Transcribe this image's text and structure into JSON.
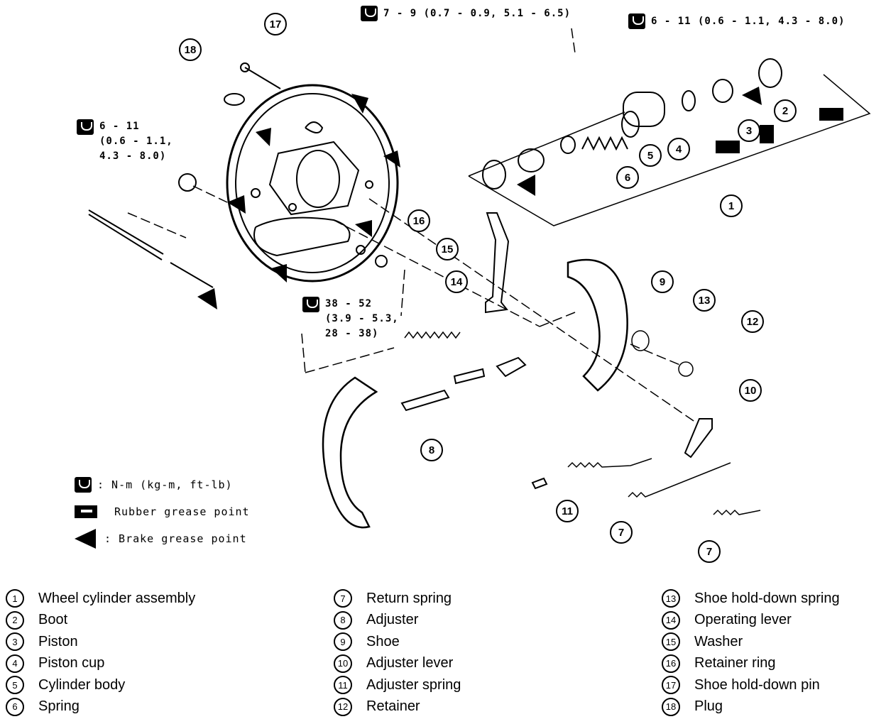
{
  "callouts": [
    "17",
    "18",
    "2",
    "3",
    "1",
    "5",
    "4",
    "6",
    "16",
    "15",
    "14",
    "9",
    "13",
    "12",
    "10",
    "8",
    "11",
    "7",
    "7"
  ],
  "torque_specs": [
    {
      "text": "7 - 9 (0.7 - 0.9, 5.1 - 6.5)"
    },
    {
      "text": "6 - 11 (0.6 - 1.1, 4.3 - 8.0)"
    },
    {
      "text": "6 - 11\n(0.6 - 1.1,\n4.3 - 8.0)"
    },
    {
      "text": "38 - 52\n(3.9 - 5.3,\n28 - 38)"
    }
  ],
  "legend": {
    "torque": ": N-m (kg-m, ft-lb)",
    "rubber_grease": "Rubber grease point",
    "brake_grease": ": Brake grease point"
  },
  "parts": [
    {
      "num": "1",
      "name": "Wheel cylinder assembly"
    },
    {
      "num": "2",
      "name": "Boot"
    },
    {
      "num": "3",
      "name": "Piston"
    },
    {
      "num": "4",
      "name": "Piston cup"
    },
    {
      "num": "5",
      "name": "Cylinder body"
    },
    {
      "num": "6",
      "name": "Spring"
    },
    {
      "num": "7",
      "name": "Return spring"
    },
    {
      "num": "8",
      "name": "Adjuster"
    },
    {
      "num": "9",
      "name": "Shoe"
    },
    {
      "num": "10",
      "name": "Adjuster lever"
    },
    {
      "num": "11",
      "name": "Adjuster spring"
    },
    {
      "num": "12",
      "name": "Retainer"
    },
    {
      "num": "13",
      "name": "Shoe hold-down spring"
    },
    {
      "num": "14",
      "name": "Operating lever"
    },
    {
      "num": "15",
      "name": "Washer"
    },
    {
      "num": "16",
      "name": "Retainer ring"
    },
    {
      "num": "17",
      "name": "Shoe hold-down pin"
    },
    {
      "num": "18",
      "name": "Plug"
    }
  ]
}
